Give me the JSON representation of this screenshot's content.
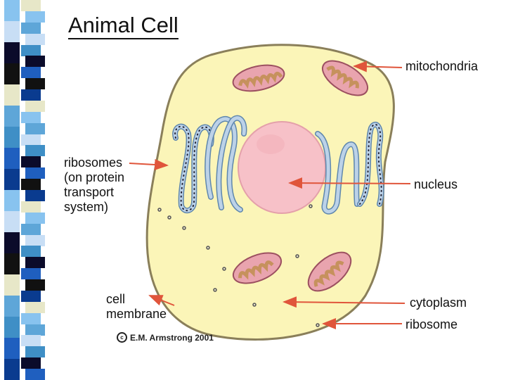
{
  "title": "Animal Cell",
  "labels": {
    "mitochondria": "mitochondria",
    "ribosomes": [
      "ribosomes",
      "(on protein",
      "transport",
      "system)"
    ],
    "nucleus": "nucleus",
    "cell_membrane": [
      "cell",
      "membrane"
    ],
    "cytoplasm": "cytoplasm",
    "ribosome": "ribosome"
  },
  "copyright": "E.M. Armstrong 2001",
  "colors": {
    "cytoplasm": "#fbf5b8",
    "membrane": "#8a7f5a",
    "nucleus": "#f7c1c8",
    "mitochondria_outer": "#e9a4ae",
    "mitochondria_inner": "#c6915d",
    "er": "#bcd2e8",
    "arrow": "#e0553b"
  }
}
